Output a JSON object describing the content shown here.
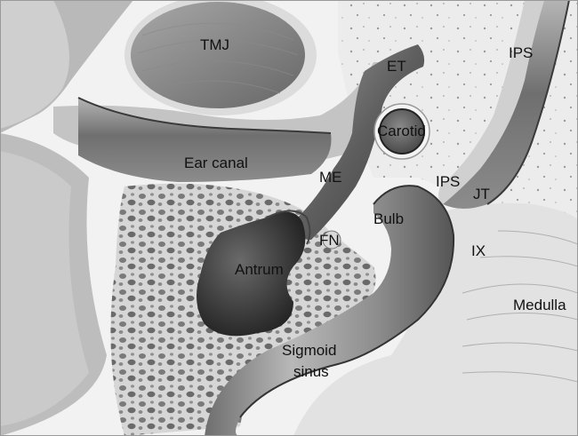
{
  "labels": {
    "tmj": "TMJ",
    "et": "ET",
    "ips_top": "IPS",
    "carotid": "Carotid",
    "ear_canal": "Ear canal",
    "me": "ME",
    "ips_mid": "IPS",
    "jt": "JT",
    "bulb": "Bulb",
    "fn": "FN",
    "ix": "IX",
    "antrum": "Antrum",
    "medulla": "Medulla",
    "sigmoid_line1": "Sigmoid",
    "sigmoid_line2": "sinus"
  }
}
